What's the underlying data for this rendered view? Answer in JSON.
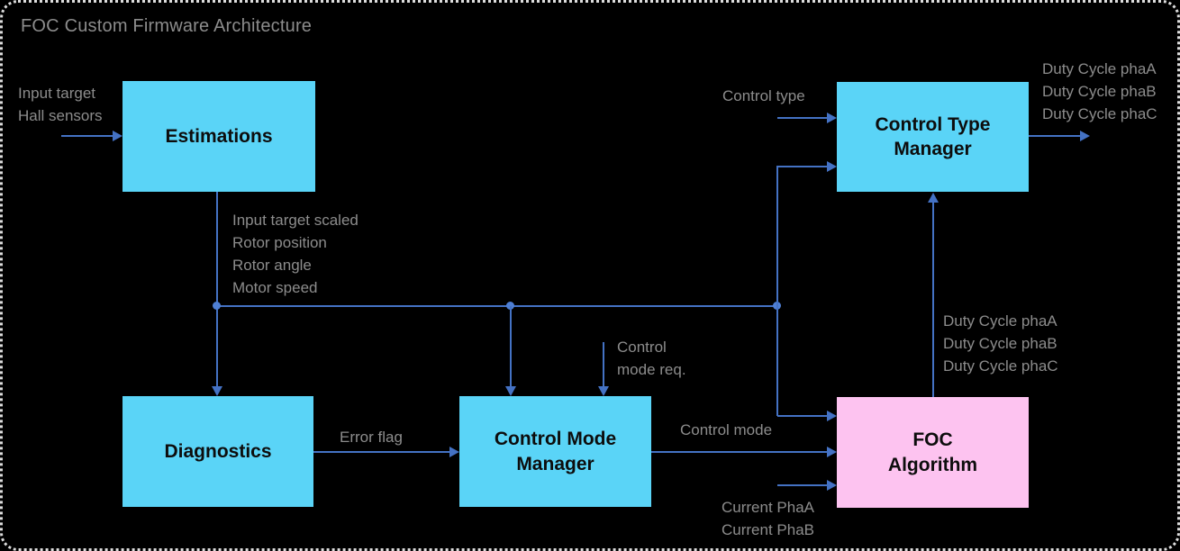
{
  "title": "FOC Custom Firmware Architecture",
  "colors": {
    "canvas-bg": "#000000",
    "border-dot": "#dcdcdc",
    "block-cyan": "#5ad4f7",
    "block-pink": "#fdc3f0",
    "block-text": "#0d0d0d",
    "line-blue": "#4472c4",
    "junction-blue": "#4e7fd4",
    "label-gray": "#8c8c8c"
  },
  "blocks": {
    "estimations": {
      "label": "Estimations"
    },
    "control_type_manager": {
      "label": "Control Type\nManager"
    },
    "diagnostics": {
      "label": "Diagnostics"
    },
    "control_mode_manager": {
      "label": "Control Mode\nManager"
    },
    "foc_algorithm": {
      "label": "FOC\nAlgorithm"
    }
  },
  "labels": {
    "estimations_inputs": "Input target\nHall sensors",
    "estimations_outputs": "Input target scaled\nRotor position\nRotor angle\nMotor speed",
    "control_type_input": "Control type",
    "duty_cycle_outputs": "Duty Cycle phaA\nDuty Cycle phaB\nDuty Cycle phaC",
    "duty_cycle_foc_to_ctm": "Duty Cycle phaA\nDuty Cycle phaB\nDuty Cycle phaC",
    "control_mode_request": "Control\nmode req.",
    "error_flag": "Error flag",
    "control_mode": "Control mode",
    "current_inputs": "Current PhaA\nCurrent PhaB"
  }
}
